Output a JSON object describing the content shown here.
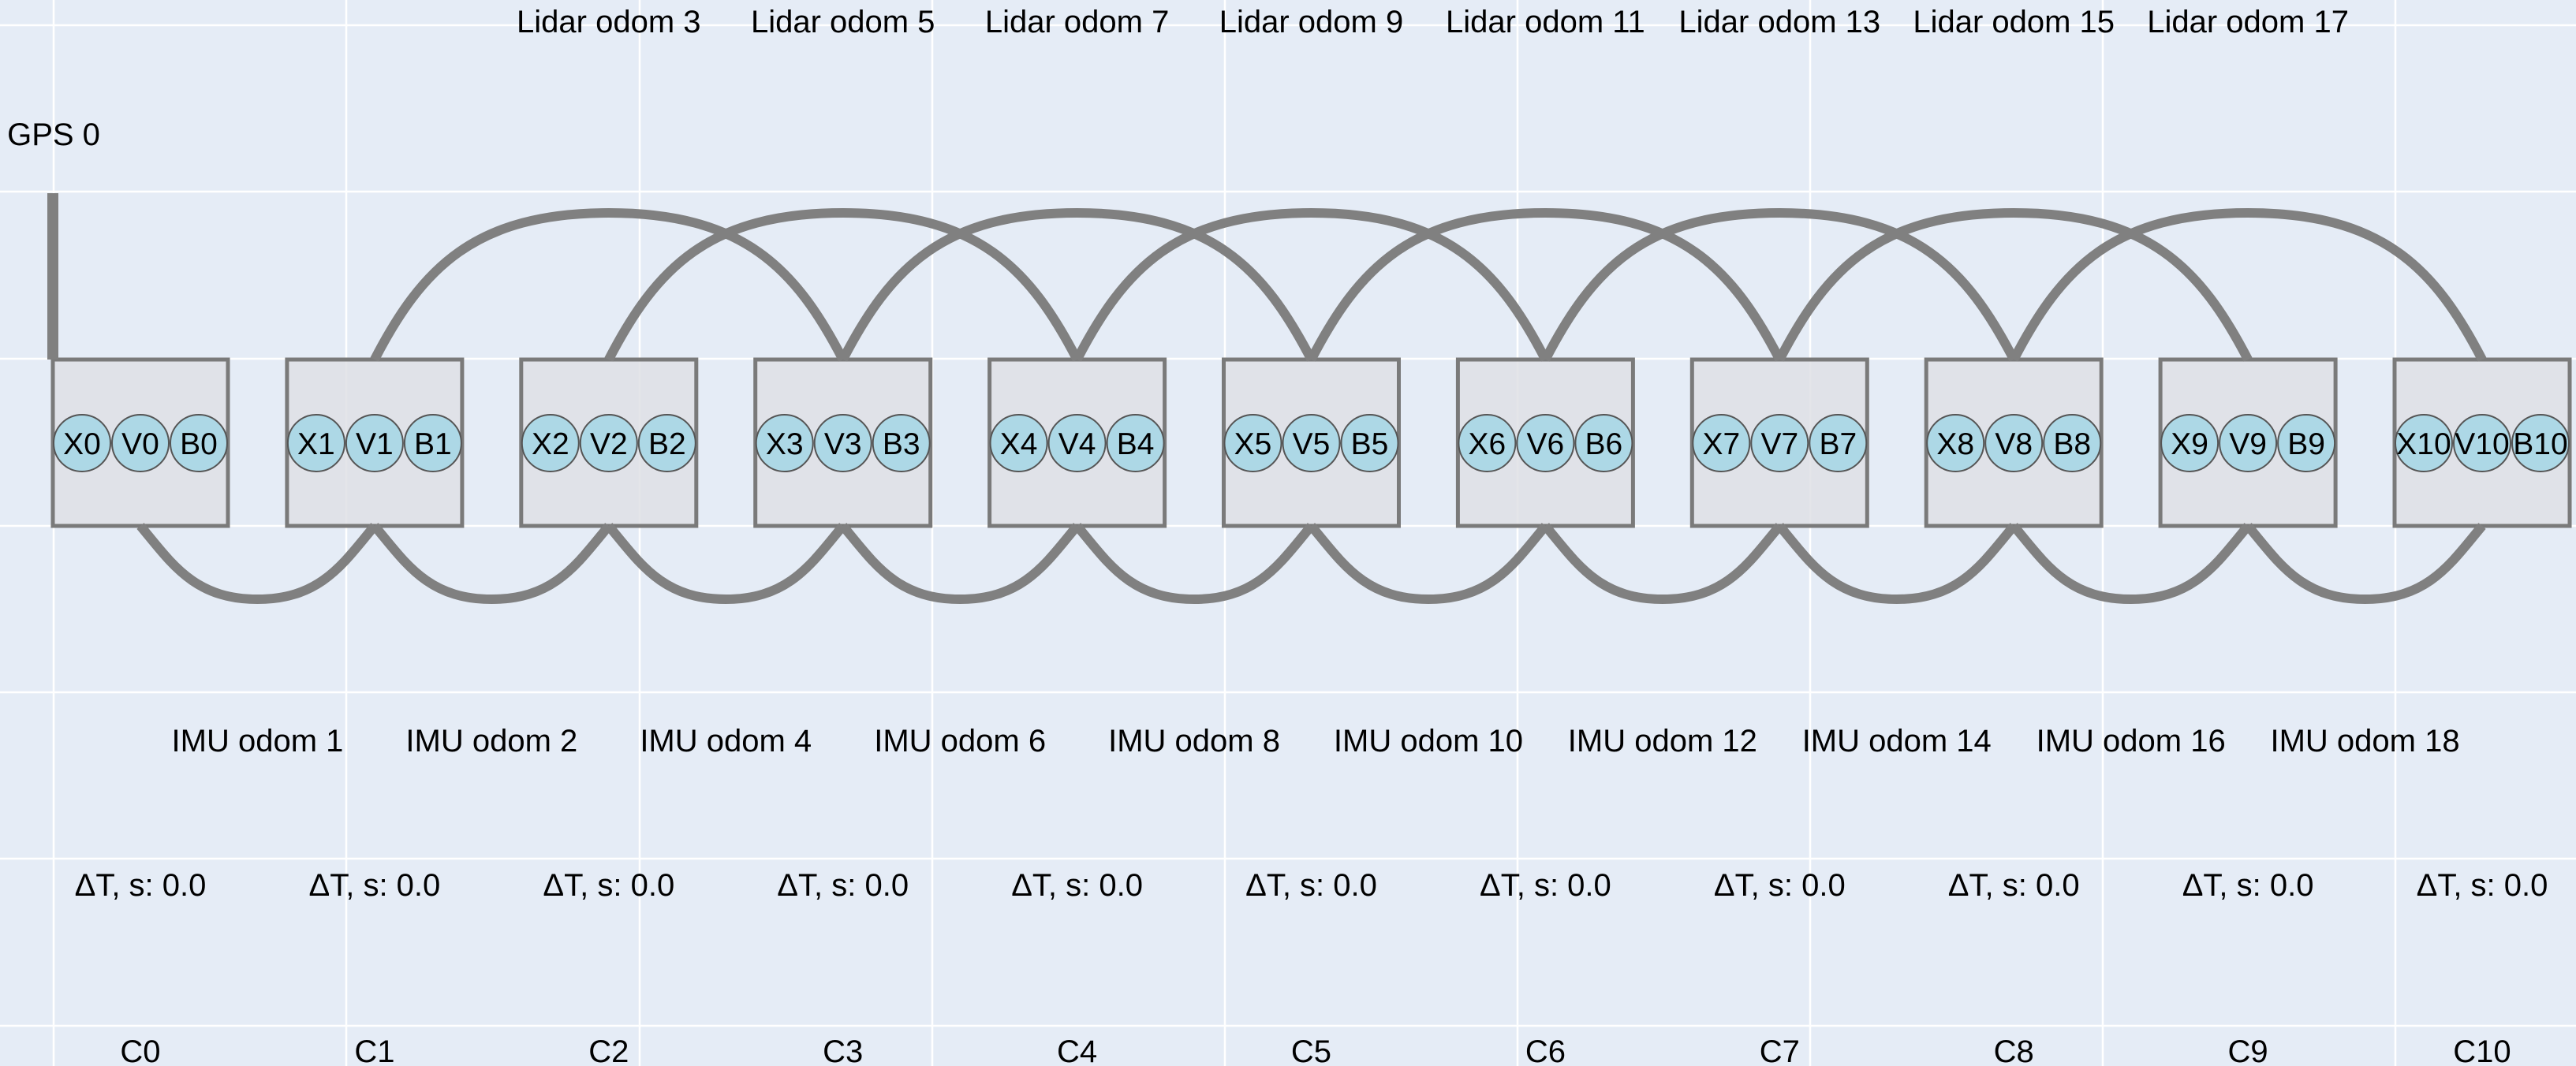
{
  "colors": {
    "background": "#e5ecf6",
    "gridline": "#ffffff",
    "box_fill": "#dfe1e5",
    "box_stroke": "#7a7a7a",
    "node_fill": "#add8e6",
    "node_stroke": "#555555",
    "edge": "#808080"
  },
  "gps_factors": [
    {
      "label": "GPS 0",
      "column": 0
    }
  ],
  "lidar_factors": [
    {
      "label": "Lidar odom 3",
      "from": 1,
      "to": 3
    },
    {
      "label": "Lidar odom 5",
      "from": 2,
      "to": 4
    },
    {
      "label": "Lidar odom 7",
      "from": 3,
      "to": 5
    },
    {
      "label": "Lidar odom 9",
      "from": 4,
      "to": 6
    },
    {
      "label": "Lidar odom 11",
      "from": 5,
      "to": 7
    },
    {
      "label": "Lidar odom 13",
      "from": 6,
      "to": 8
    },
    {
      "label": "Lidar odom 15",
      "from": 7,
      "to": 9
    },
    {
      "label": "Lidar odom 17",
      "from": 8,
      "to": 10
    }
  ],
  "imu_factors": [
    {
      "label": "IMU odom 1",
      "from": 0,
      "to": 1
    },
    {
      "label": "IMU odom 2",
      "from": 1,
      "to": 2
    },
    {
      "label": "IMU odom 4",
      "from": 2,
      "to": 3
    },
    {
      "label": "IMU odom 6",
      "from": 3,
      "to": 4
    },
    {
      "label": "IMU odom 8",
      "from": 4,
      "to": 5
    },
    {
      "label": "IMU odom 10",
      "from": 5,
      "to": 6
    },
    {
      "label": "IMU odom 12",
      "from": 6,
      "to": 7
    },
    {
      "label": "IMU odom 14",
      "from": 7,
      "to": 8
    },
    {
      "label": "IMU odom 16",
      "from": 8,
      "to": 9
    },
    {
      "label": "IMU odom 18",
      "from": 9,
      "to": 10
    }
  ],
  "states": [
    {
      "column": "C0",
      "dt": "ΔT, s: 0.0",
      "vars": [
        "X0",
        "V0",
        "B0"
      ]
    },
    {
      "column": "C1",
      "dt": "ΔT, s: 0.0",
      "vars": [
        "X1",
        "V1",
        "B1"
      ]
    },
    {
      "column": "C2",
      "dt": "ΔT, s: 0.0",
      "vars": [
        "X2",
        "V2",
        "B2"
      ]
    },
    {
      "column": "C3",
      "dt": "ΔT, s: 0.0",
      "vars": [
        "X3",
        "V3",
        "B3"
      ]
    },
    {
      "column": "C4",
      "dt": "ΔT, s: 0.0",
      "vars": [
        "X4",
        "V4",
        "B4"
      ]
    },
    {
      "column": "C5",
      "dt": "ΔT, s: 0.0",
      "vars": [
        "X5",
        "V5",
        "B5"
      ]
    },
    {
      "column": "C6",
      "dt": "ΔT, s: 0.0",
      "vars": [
        "X6",
        "V6",
        "B6"
      ]
    },
    {
      "column": "C7",
      "dt": "ΔT, s: 0.0",
      "vars": [
        "X7",
        "V7",
        "B7"
      ]
    },
    {
      "column": "C8",
      "dt": "ΔT, s: 0.0",
      "vars": [
        "X8",
        "V8",
        "B8"
      ]
    },
    {
      "column": "C9",
      "dt": "ΔT, s: 0.0",
      "vars": [
        "X9",
        "V9",
        "B9"
      ]
    },
    {
      "column": "C10",
      "dt": "ΔT, s: 0.0",
      "vars": [
        "X10",
        "V10",
        "B10"
      ]
    }
  ]
}
